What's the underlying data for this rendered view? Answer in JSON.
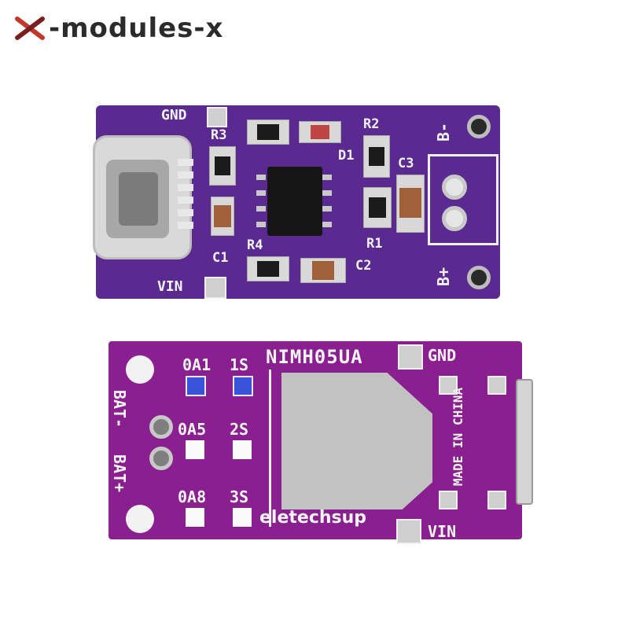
{
  "brand": {
    "name": "-modules-x",
    "logo_icon": "x-logo-icon",
    "logo_color": "#c0392b"
  },
  "top_board": {
    "color": "#5a2a91",
    "labels": {
      "gnd": "GND",
      "vin": "VIN",
      "r1": "R1",
      "r2": "R2",
      "r3": "R3",
      "r4": "R4",
      "c1": "C1",
      "c2": "C2",
      "c3": "C3",
      "d1": "D1",
      "b_minus": "B-",
      "b_plus": "B+"
    }
  },
  "bottom_board": {
    "color": "#8a1f8f",
    "labels": {
      "model": "NIMH05UA",
      "gnd": "GND",
      "vin": "VIN",
      "bat_minus": "BAT-",
      "bat_plus": "BAT+",
      "oa1": "0A1",
      "oa5": "0A5",
      "oa8": "0A8",
      "s1": "1S",
      "s2": "2S",
      "s3": "3S",
      "made_in": "MADE IN CHINA",
      "maker": "eletechsup"
    }
  }
}
